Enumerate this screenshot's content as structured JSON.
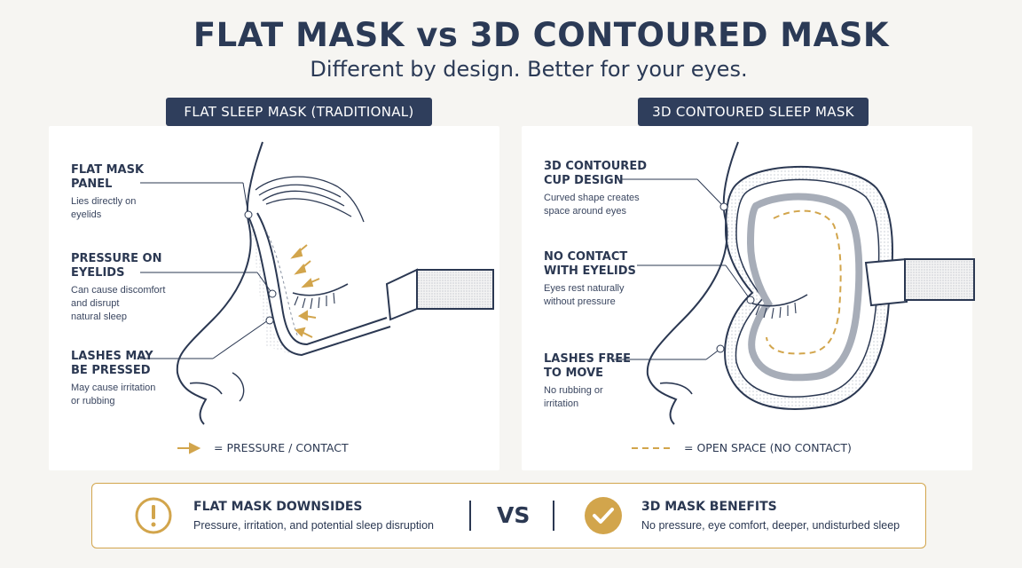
{
  "title": "FLAT MASK vs 3D CONTOURED MASK",
  "subtitle": "Different by design. Better for your eyes.",
  "left_panel": {
    "tag": "FLAT SLEEP MASK (TRADITIONAL)",
    "labels": [
      {
        "heading": "FLAT MASK\nPANEL",
        "desc": "Lies directly on\neyelids"
      },
      {
        "heading": "PRESSURE ON\nEYELIDS",
        "desc": "Can cause discomfort\nand disrupt\nnatural sleep"
      },
      {
        "heading": "LASHES MAY\nBE PRESSED",
        "desc": "May cause irritation\nor rubbing"
      }
    ],
    "legend": "= PRESSURE / CONTACT"
  },
  "right_panel": {
    "tag": "3D CONTOURED SLEEP MASK",
    "labels": [
      {
        "heading": "3D CONTOURED\nCUP DESIGN",
        "desc": "Curved shape creates\nspace around eyes"
      },
      {
        "heading": "NO CONTACT\nWITH EYELIDS",
        "desc": "Eyes rest naturally\nwithout pressure"
      },
      {
        "heading": "LASHES FREE\nTO MOVE",
        "desc": "No rubbing or\nirritation"
      }
    ],
    "legend": "= OPEN SPACE (NO CONTACT)"
  },
  "bottom": {
    "left_heading": "FLAT MASK DOWNSIDES",
    "left_desc": "Pressure, irritation, and potential sleep disruption",
    "vs": "VS",
    "right_heading": "3D MASK BENEFITS",
    "right_desc": "No pressure, eye comfort, deeper, undisturbed sleep"
  },
  "icons": {
    "warning": "exclamation-circle-icon",
    "check": "check-circle-icon",
    "pressure_arrow": "arrow-right-icon"
  },
  "colors": {
    "navy": "#2f3e5c",
    "gold": "#d2a54c"
  }
}
